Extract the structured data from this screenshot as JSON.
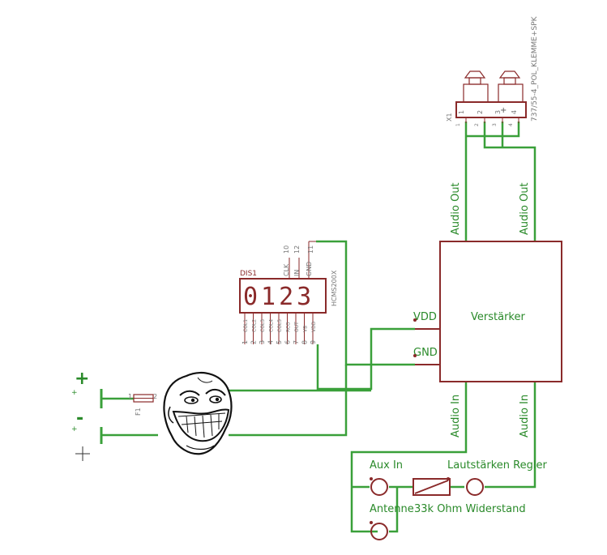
{
  "amplifier": {
    "label": "Verstärker",
    "pin_vdd": "VDD",
    "pin_gnd": "GND"
  },
  "audio_out_left": "Audio Out",
  "audio_out_right": "Audio Out",
  "audio_in_left": "Audio In",
  "audio_in_right": "Audio In",
  "connector": {
    "name": "X1",
    "part": "737/55-4_POL_KLEMME+SPK",
    "pins": [
      "1",
      "2",
      "3",
      "4"
    ],
    "pin_sub_labels": [
      "1",
      "2",
      "3",
      "4"
    ]
  },
  "display": {
    "name": "DIS1",
    "part": "HCMS200X",
    "digits": "0123",
    "top_pins": [
      "10",
      "12",
      "11"
    ],
    "top_pin_labels": [
      "CLK",
      "IN",
      "GND"
    ],
    "bottom_pin_labels": [
      "COL1",
      "COL2",
      "COL3",
      "COL4",
      "COL5",
      "RCO",
      "OUT",
      "VB",
      "VDD"
    ],
    "bottom_pins": [
      "1",
      "2",
      "3",
      "4",
      "5",
      "6",
      "7",
      "8",
      "9"
    ]
  },
  "fuse": {
    "name": "F1",
    "pin1": "1",
    "pin2": "2"
  },
  "power": {
    "plus": "+",
    "minus": "-",
    "plus_small": "+",
    "minus_small": "+",
    "cross": "+"
  },
  "inputs": {
    "aux_in": "Aux In",
    "antenne": "Antenne",
    "resistor": "33k Ohm Widerstand",
    "volume": "Lautstärken Regler"
  },
  "colors": {
    "wire": "#3aa03a",
    "part": "#8a2a2a",
    "text_green": "#2a8a2a",
    "text_gray": "#777777"
  }
}
